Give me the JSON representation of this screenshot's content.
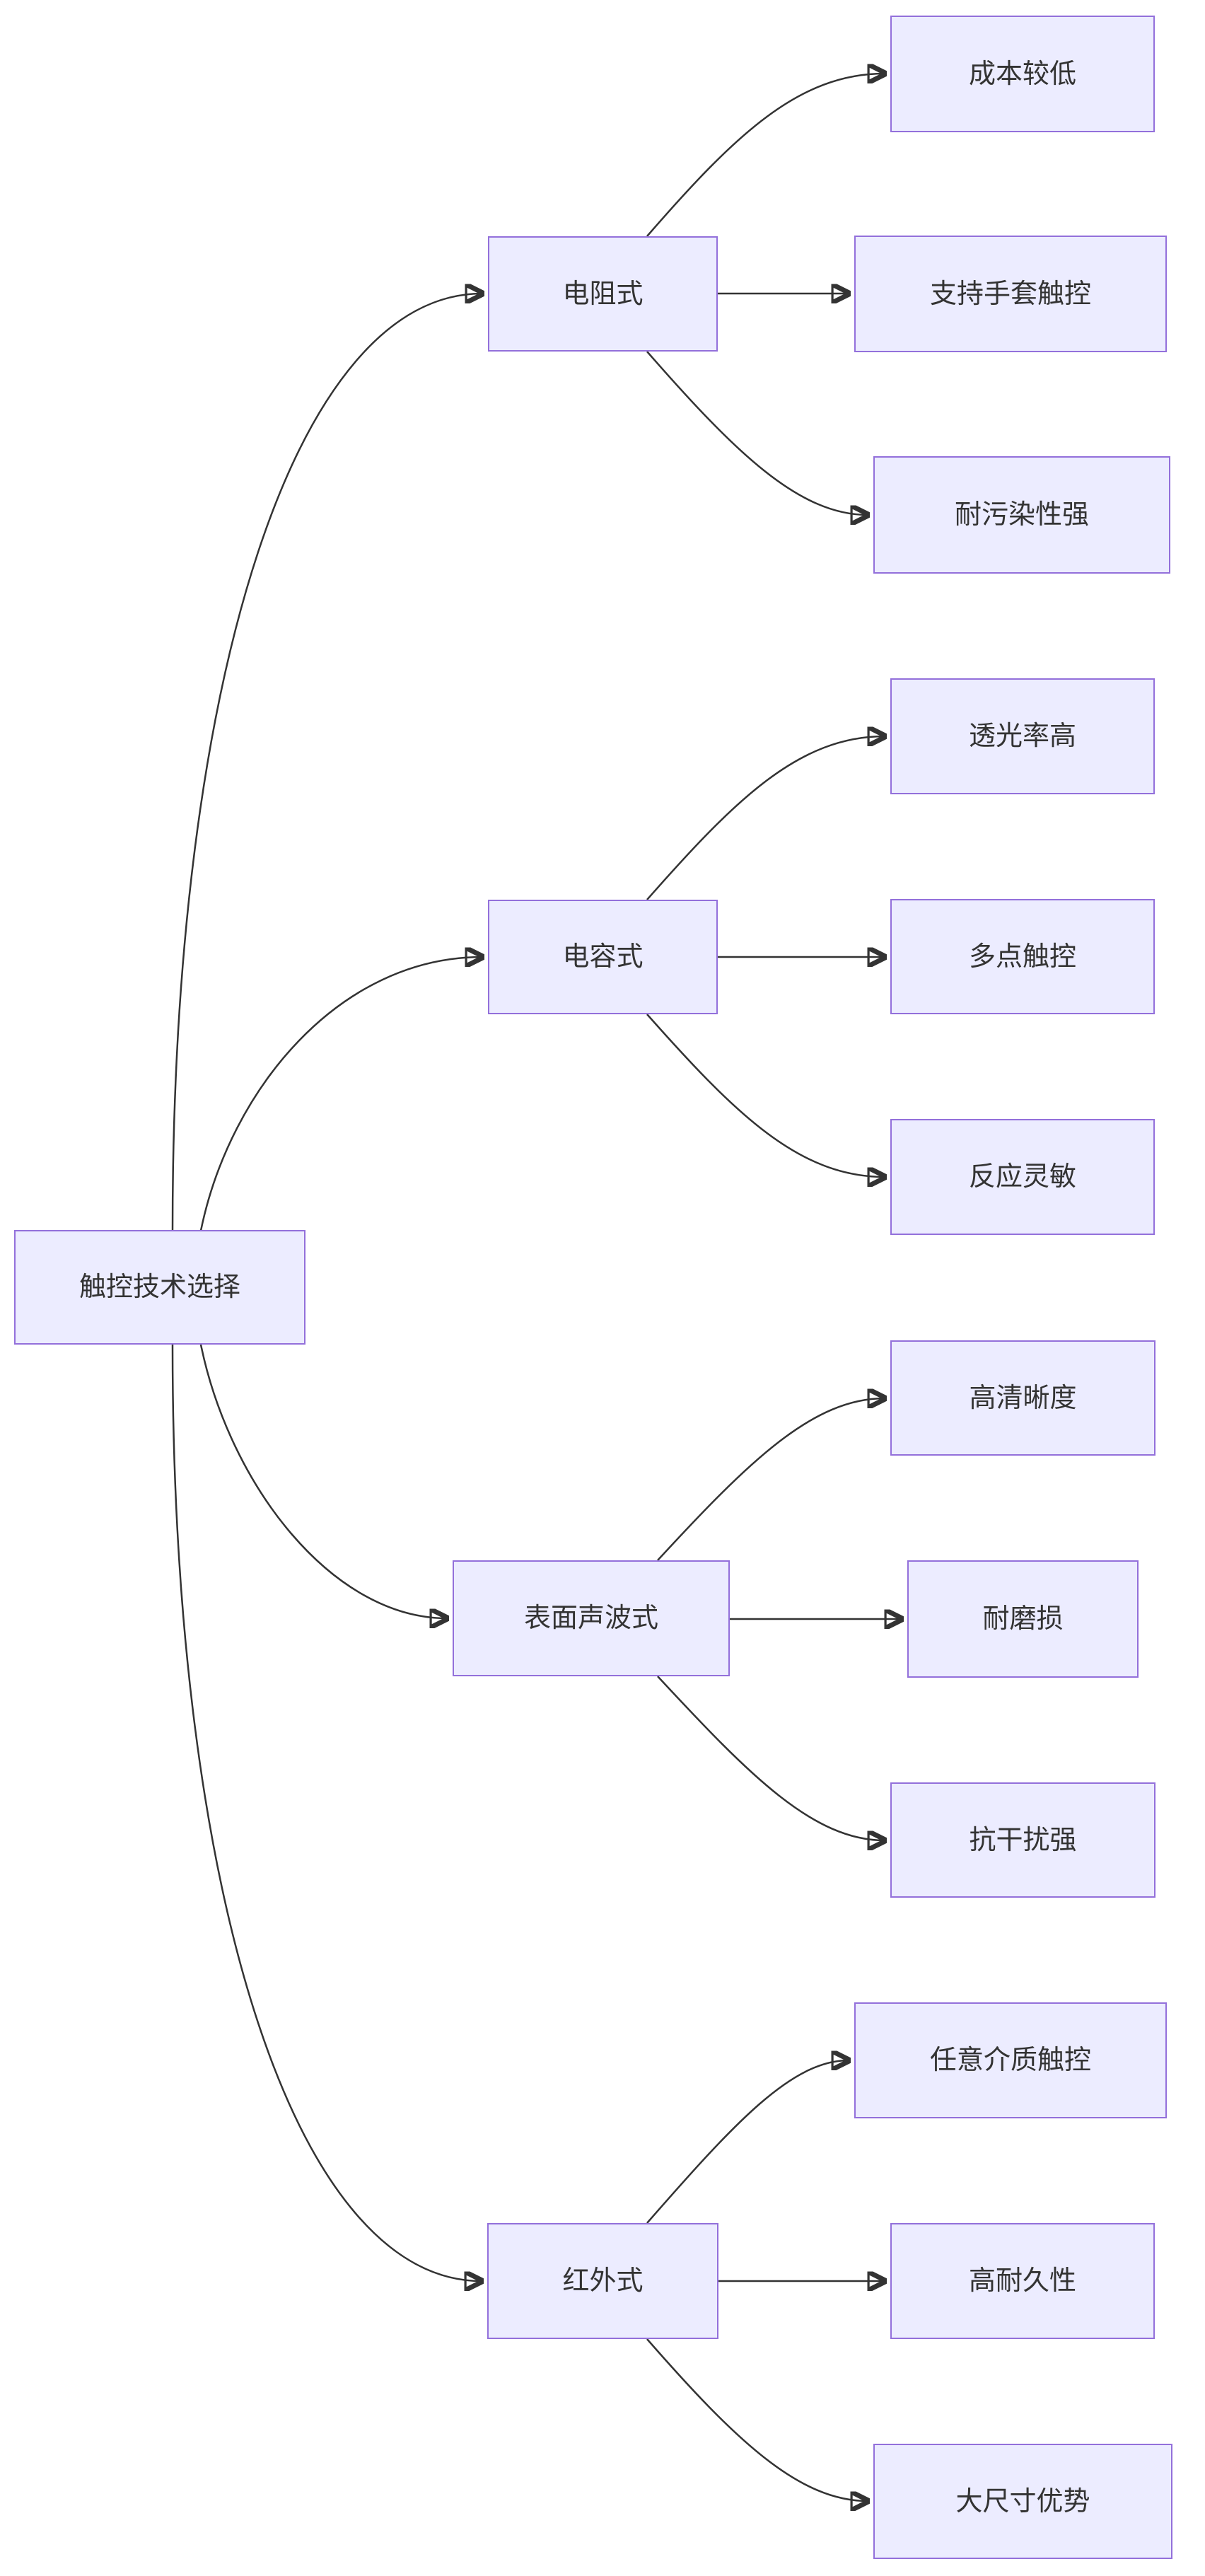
{
  "diagram": {
    "type": "flowchart-left-to-right",
    "root": {
      "label": "触控技术选择"
    },
    "branches": [
      {
        "label": "电阻式",
        "leaves": [
          "成本较低",
          "支持手套触控",
          "耐污染性强"
        ]
      },
      {
        "label": "电容式",
        "leaves": [
          "透光率高",
          "多点触控",
          "反应灵敏"
        ]
      },
      {
        "label": "表面声波式",
        "leaves": [
          "高清晰度",
          "耐磨损",
          "抗干扰强"
        ]
      },
      {
        "label": "红外式",
        "leaves": [
          "任意介质触控",
          "高耐久性",
          "大尺寸优势"
        ]
      }
    ],
    "colors": {
      "node_fill": "#ECECFF",
      "node_border": "#9370DB",
      "edge": "#333333",
      "text": "#333333",
      "background": "#FFFFFF"
    }
  }
}
